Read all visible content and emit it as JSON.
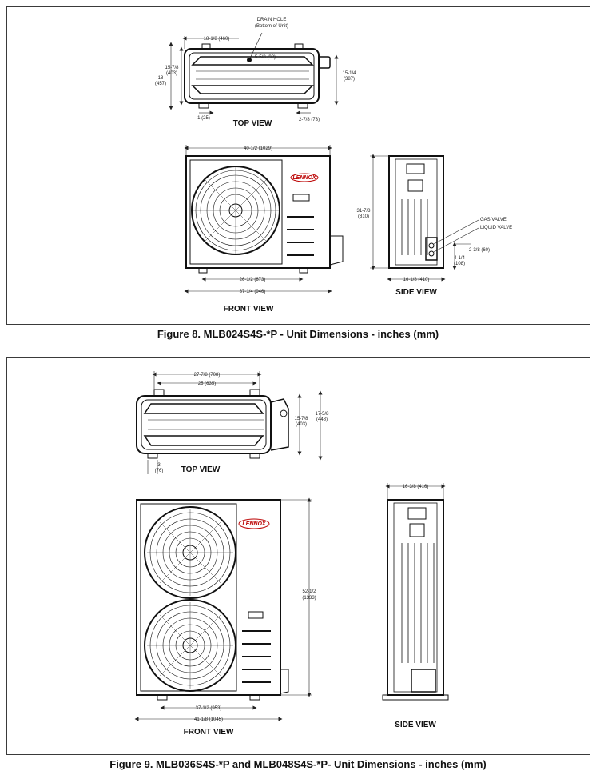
{
  "figure8": {
    "caption": "Figure 8.   MLB024S4S-*P - Unit Dimensions - inches (mm)",
    "top_view": {
      "label": "TOP VIEW",
      "drain_hole": "DRAIN HOLE",
      "drain_hole_sub": "(Bottom of Unit)",
      "dim_width": "18-1/8 (460)",
      "dim_drain": "5-5/8 (92)",
      "dim_depth_a": "15-7/8",
      "dim_depth_a_mm": "(403)",
      "dim_depth_b": "18",
      "dim_depth_b_mm": "(457)",
      "dim_right": "15-1/4",
      "dim_right_mm": "(387)",
      "dim_foot_left": "1 (25)",
      "dim_foot_right": "2-7/8 (73)"
    },
    "front_view": {
      "label": "FRONT VIEW",
      "brand": "LENNOX",
      "dim_overall": "40-1/2 (1029)",
      "dim_feet": "26-1/2 (673)",
      "dim_base": "37-1/4 (946)"
    },
    "side_view": {
      "label": "SIDE VIEW",
      "dim_height": "31-7/8",
      "dim_height_mm": "(810)",
      "gas_valve": "GAS VALVE",
      "liquid_valve": "LIQUID VALVE",
      "dim_valve_a": "2-3/8 (60)",
      "dim_valve_b": "4-1/4",
      "dim_valve_b_mm": "(108)",
      "dim_depth": "16-1/8 (410)"
    }
  },
  "figure9": {
    "caption": "Figure 9.   MLB036S4S-*P and MLB048S4S-*P- Unit Dimensions - inches (mm)",
    "top_view": {
      "label": "TOP VIEW",
      "dim_outer": "27-7/8 (708)",
      "dim_inner": "25 (635)",
      "dim_depth_a": "15-7/8",
      "dim_depth_a_mm": "(403)",
      "dim_depth_b": "17-5/8",
      "dim_depth_b_mm": "(448)",
      "dim_foot": "3",
      "dim_foot_mm": "(76)"
    },
    "front_view": {
      "label": "FRONT VIEW",
      "brand": "LENNOX",
      "dim_height": "52-1/2",
      "dim_height_mm": "(1333)",
      "dim_feet": "37-1/2 (953)",
      "dim_base": "41-1/8 (1045)"
    },
    "side_view": {
      "label": "SIDE VIEW",
      "dim_depth": "16-3/8 (416)"
    }
  }
}
